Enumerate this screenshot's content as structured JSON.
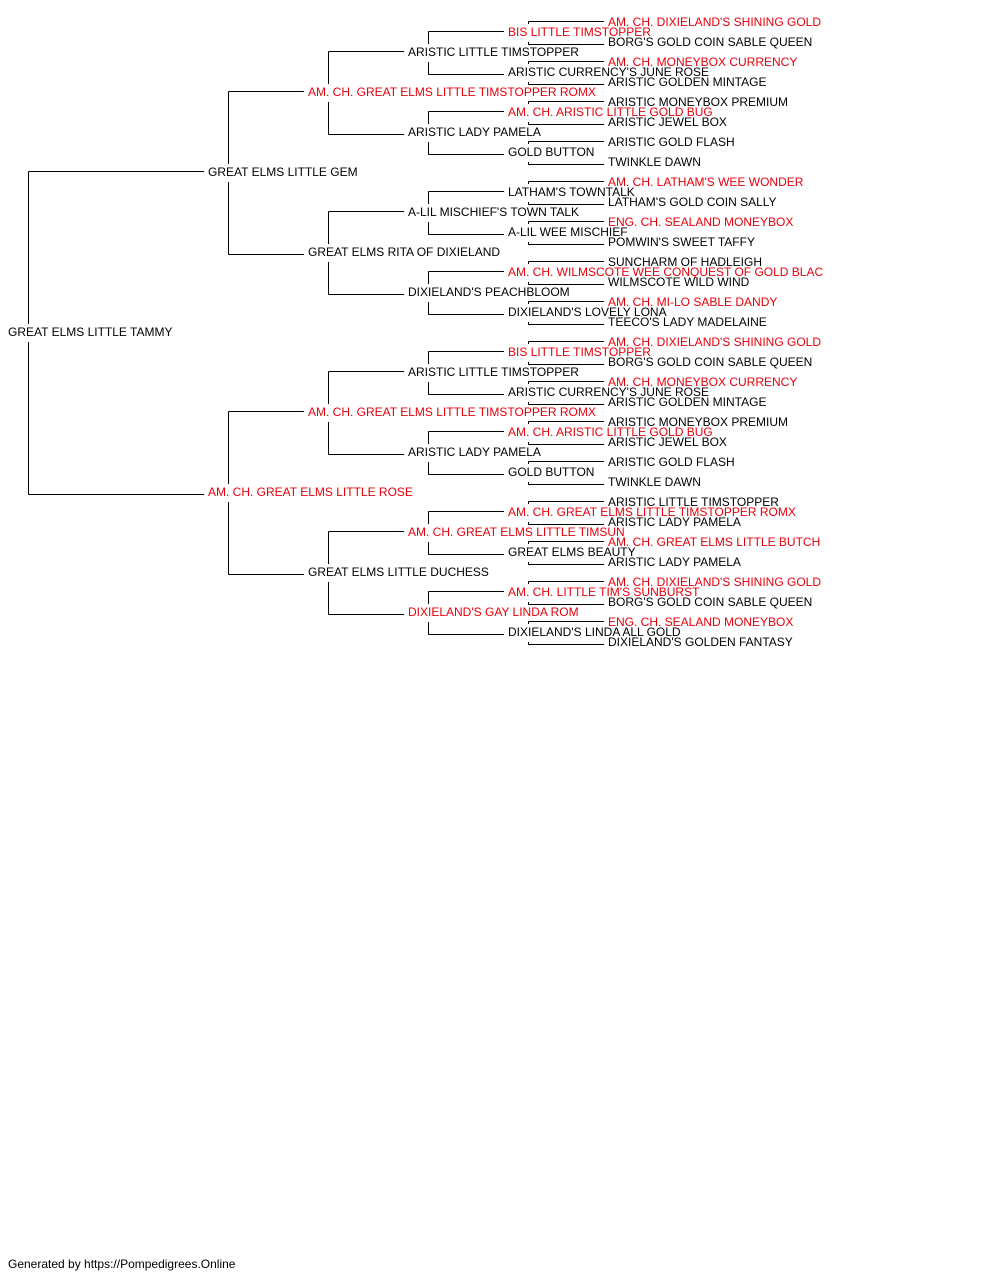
{
  "pedigree": {
    "name": "GREAT ELMS LITTLE TAMMY",
    "sire": {
      "name": "GREAT ELMS LITTLE GEM",
      "sire": {
        "name": "AM. CH. GREAT ELMS LITTLE TIMSTOPPER ROMX",
        "champion": true,
        "sire": {
          "name": "ARISTIC LITTLE TIMSTOPPER",
          "sire": {
            "name": "BIS LITTLE TIMSTOPPER",
            "champion": true,
            "sire": {
              "name": "AM. CH. DIXIELAND'S SHINING GOLD",
              "champion": true
            },
            "dam": {
              "name": "BORG'S GOLD COIN SABLE QUEEN"
            }
          },
          "dam": {
            "name": "ARISTIC CURRENCY'S JUNE ROSE",
            "sire": {
              "name": "AM. CH. MONEYBOX CURRENCY",
              "champion": true
            },
            "dam": {
              "name": "ARISTIC GOLDEN MINTAGE"
            }
          }
        },
        "dam": {
          "name": "ARISTIC LADY PAMELA",
          "sire": {
            "name": "AM. CH. ARISTIC LITTLE GOLD BUG",
            "champion": true,
            "sire": {
              "name": "ARISTIC MONEYBOX PREMIUM"
            },
            "dam": {
              "name": "ARISTIC JEWEL BOX"
            }
          },
          "dam": {
            "name": "GOLD BUTTON",
            "sire": {
              "name": "ARISTIC GOLD FLASH"
            },
            "dam": {
              "name": "TWINKLE DAWN"
            }
          }
        }
      },
      "dam": {
        "name": "GREAT ELMS RITA OF DIXIELAND",
        "sire": {
          "name": "A-LIL MISCHIEF'S TOWN TALK",
          "sire": {
            "name": "LATHAM'S TOWNTALK",
            "sire": {
              "name": "AM. CH. LATHAM'S WEE WONDER",
              "champion": true
            },
            "dam": {
              "name": "LATHAM'S GOLD COIN SALLY"
            }
          },
          "dam": {
            "name": "A-LIL WEE MISCHIEF",
            "sire": {
              "name": "ENG. CH. SEALAND MONEYBOX",
              "champion": true
            },
            "dam": {
              "name": "POMWIN'S SWEET TAFFY"
            }
          }
        },
        "dam": {
          "name": "DIXIELAND'S PEACHBLOOM",
          "sire": {
            "name": "AM. CH. WILMSCOTE WEE CONQUEST OF GOLD BLAC",
            "champion": true,
            "sire": {
              "name": "SUNCHARM OF HADLEIGH"
            },
            "dam": {
              "name": "WILMSCOTE WILD WIND"
            }
          },
          "dam": {
            "name": "DIXIELAND'S LOVELY LONA",
            "sire": {
              "name": "AM. CH. MI-LO SABLE DANDY",
              "champion": true
            },
            "dam": {
              "name": "TEECO'S LADY MADELAINE"
            }
          }
        }
      }
    },
    "dam": {
      "name": "AM. CH. GREAT ELMS LITTLE ROSE",
      "champion": true,
      "sire": {
        "name": "AM. CH. GREAT ELMS LITTLE TIMSTOPPER ROMX",
        "champion": true,
        "sire": {
          "name": "ARISTIC LITTLE TIMSTOPPER",
          "sire": {
            "name": "BIS LITTLE TIMSTOPPER",
            "champion": true,
            "sire": {
              "name": "AM. CH. DIXIELAND'S SHINING GOLD",
              "champion": true
            },
            "dam": {
              "name": "BORG'S GOLD COIN SABLE QUEEN"
            }
          },
          "dam": {
            "name": "ARISTIC CURRENCY'S JUNE ROSE",
            "sire": {
              "name": "AM. CH. MONEYBOX CURRENCY",
              "champion": true
            },
            "dam": {
              "name": "ARISTIC GOLDEN MINTAGE"
            }
          }
        },
        "dam": {
          "name": "ARISTIC LADY PAMELA",
          "sire": {
            "name": "AM. CH. ARISTIC LITTLE GOLD BUG",
            "champion": true,
            "sire": {
              "name": "ARISTIC MONEYBOX PREMIUM"
            },
            "dam": {
              "name": "ARISTIC JEWEL BOX"
            }
          },
          "dam": {
            "name": "GOLD BUTTON",
            "sire": {
              "name": "ARISTIC GOLD FLASH"
            },
            "dam": {
              "name": "TWINKLE DAWN"
            }
          }
        }
      },
      "dam": {
        "name": "GREAT ELMS LITTLE DUCHESS",
        "sire": {
          "name": "AM. CH. GREAT ELMS LITTLE TIMSUN",
          "champion": true,
          "sire": {
            "name": "AM. CH. GREAT ELMS LITTLE TIMSTOPPER ROMX",
            "champion": true,
            "sire": {
              "name": "ARISTIC LITTLE TIMSTOPPER"
            },
            "dam": {
              "name": "ARISTIC LADY PAMELA"
            }
          },
          "dam": {
            "name": "GREAT ELMS BEAUTY",
            "sire": {
              "name": "AM. CH. GREAT ELMS LITTLE BUTCH",
              "champion": true
            },
            "dam": {
              "name": "ARISTIC LADY PAMELA"
            }
          }
        },
        "dam": {
          "name": "DIXIELAND'S GAY LINDA ROM",
          "champion": true,
          "sire": {
            "name": "AM. CH. LITTLE TIM'S SUNBURST",
            "champion": true,
            "sire": {
              "name": "AM. CH. DIXIELAND'S SHINING GOLD",
              "champion": true
            },
            "dam": {
              "name": "BORG'S GOLD COIN SABLE QUEEN"
            }
          },
          "dam": {
            "name": "DIXIELAND'S LINDA ALL GOLD",
            "sire": {
              "name": "ENG. CH. SEALAND MONEYBOX",
              "champion": true
            },
            "dam": {
              "name": "DIXIELAND'S GOLDEN FANTASY"
            }
          }
        }
      }
    }
  },
  "footer": {
    "text": "Generated by https://Pompedigrees.Online"
  },
  "colors": {
    "champion": "#e8000b",
    "regular": "#000000",
    "line": "#000000"
  }
}
